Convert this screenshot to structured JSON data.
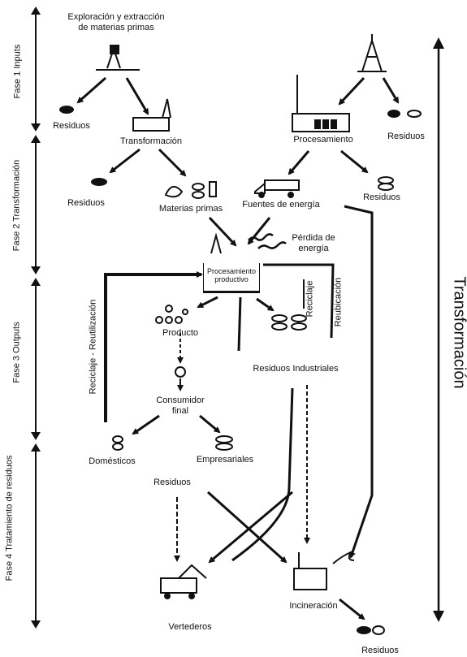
{
  "phases": [
    {
      "label": "Fase 1 Inputs"
    },
    {
      "label": "Fase 2 Transformación"
    },
    {
      "label": "Fase 3 Outputs"
    },
    {
      "label": "Fase 4 Tratamiento de residuos"
    }
  ],
  "right_axis": {
    "label": "Transformación"
  },
  "nodes": {
    "exploracion": "Exploración y extracción\nde materias primas",
    "residuos_1": "Residuos",
    "transformacion": "Transformación",
    "residuos_2": "Residuos",
    "materias_primas": "Materias primas",
    "procesamiento": "Procesamiento",
    "residuos_3": "Residuos",
    "fuentes_energia": "Fuentes de energía",
    "residuos_4": "Residuos",
    "perdida_energia": "Pérdida de\nenergía",
    "procesamiento_productivo": "Procesamiento\nproductivo",
    "producto": "Producto",
    "residuos_industriales": "Residuos Industriales",
    "consumidor_final": "Consumidor\nfinal",
    "domesticos": "Domésticos",
    "empresariales": "Empresariales",
    "residuos_5": "Residuos",
    "vertederos": "Vertederos",
    "incineracion": "Incineración",
    "residuos_6": "Residuos"
  },
  "edge_labels": {
    "reciclaje_reutilizacion": "Reciclaje - Reutilización",
    "reciclaje": "Reciclaje",
    "reubicacion": "Reubicación"
  }
}
